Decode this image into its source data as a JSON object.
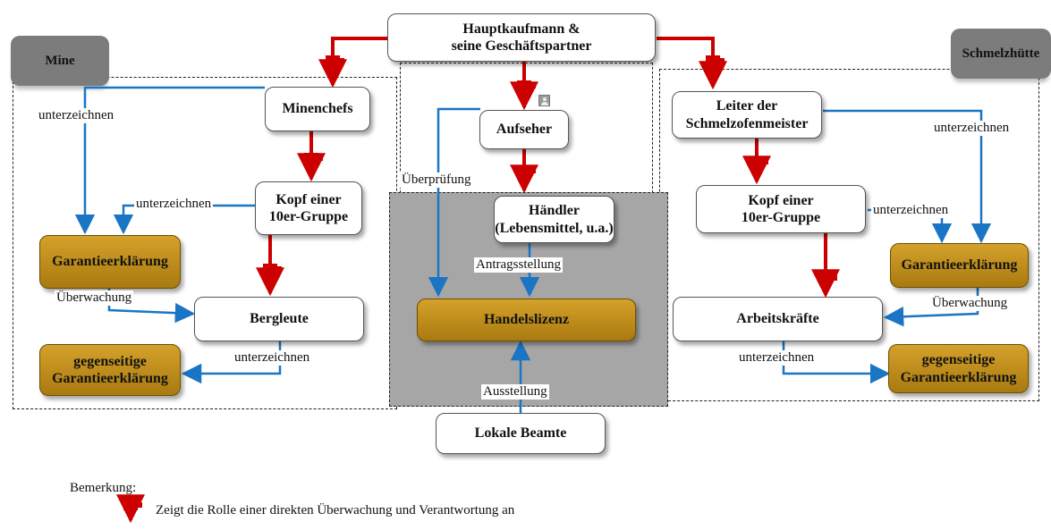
{
  "boxes": {
    "hauptkaufmann": "Hauptkaufmann &\nseine Geschäftspartner",
    "minenchefs": "Minenchefs",
    "kopf_links": "Kopf einer\n10er-Gruppe",
    "garantie_links": "Garantieerklärung",
    "bergleute": "Bergleute",
    "gegenseitig_links": "gegenseitige\nGarantieerklärung",
    "aufseher": "Aufseher",
    "haendler": "Händler\n(Lebensmittel, u.a.)",
    "handelslizenz": "Handelslizenz",
    "lokale_beamte": "Lokale Beamte",
    "leiter": "Leiter der\nSchmelzofenmeister",
    "kopf_rechts": "Kopf einer\n10er-Gruppe",
    "garantie_rechts": "Garantieerklärung",
    "arbeitskraefte": "Arbeitskräfte",
    "gegenseitig_rechts": "gegenseitige\nGarantieerklärung"
  },
  "tabs": {
    "mine": "Mine",
    "schmelzhuette": "Schmelzhütte"
  },
  "labels": {
    "unterzeichnen_1": "unterzeichnen",
    "unterzeichnen_2": "unterzeichnen",
    "ueberwachung_links": "Überwachung",
    "unterzeichnen_3": "unterzeichnen",
    "ueberpruefung": "Überprüfung",
    "antragsstellung": "Antragsstellung",
    "ausstellung": "Ausstellung",
    "unterzeichnen_4": "unterzeichnen",
    "unterzeichnen_5": "unterzeichnen",
    "ueberwachung_rechts": "Überwachung",
    "unterzeichnen_6": "unterzeichnen"
  },
  "legend": {
    "title": "Bemerkung:",
    "text": "Zeigt die Rolle einer direkten Überwachung und Verantwortung an"
  },
  "colors": {
    "red_arrow": "#cc0000",
    "blue_arrow": "#1a75c4",
    "gold": "#b8860b",
    "gray_region": "#a6a6a6"
  }
}
